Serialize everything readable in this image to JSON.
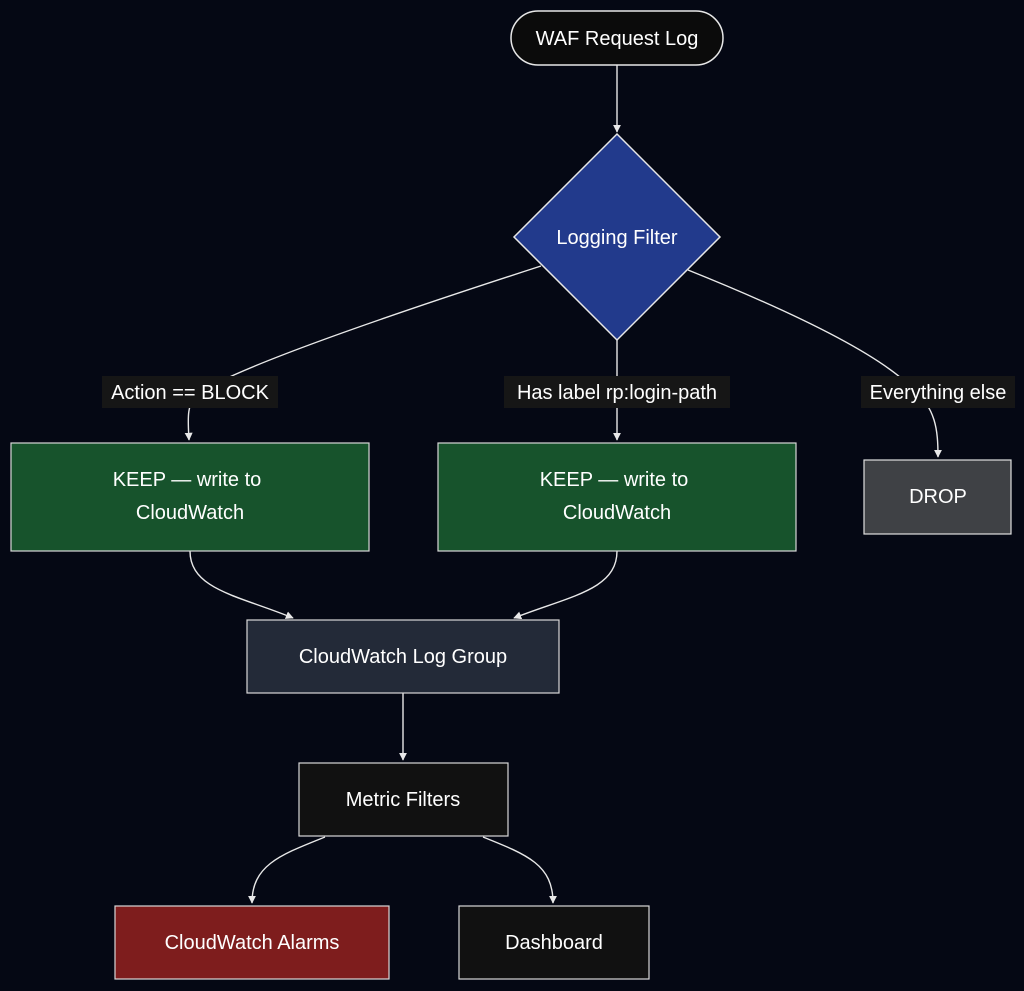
{
  "nodes": {
    "waf_request_log": {
      "label": "WAF Request Log",
      "fill": "#0b0b0b"
    },
    "logging_filter": {
      "label": "Logging Filter",
      "fill": "#223a8c"
    },
    "keep_block": {
      "line1": "KEEP — write to",
      "line2": "CloudWatch",
      "fill": "#17532c"
    },
    "keep_login": {
      "line1": "KEEP — write to",
      "line2": "CloudWatch",
      "fill": "#17532c"
    },
    "drop": {
      "label": "DROP",
      "fill": "#3f4145"
    },
    "log_group": {
      "label": "CloudWatch Log Group",
      "fill": "#232a38"
    },
    "metric_filters": {
      "label": "Metric Filters",
      "fill": "#111111"
    },
    "alarms": {
      "label": "CloudWatch Alarms",
      "fill": "#7e1d1d"
    },
    "dashboard": {
      "label": "Dashboard",
      "fill": "#111111"
    }
  },
  "edges": {
    "action_block": "Action == BLOCK",
    "has_label": "Has label rp:login-path",
    "everything_else": "Everything else"
  }
}
